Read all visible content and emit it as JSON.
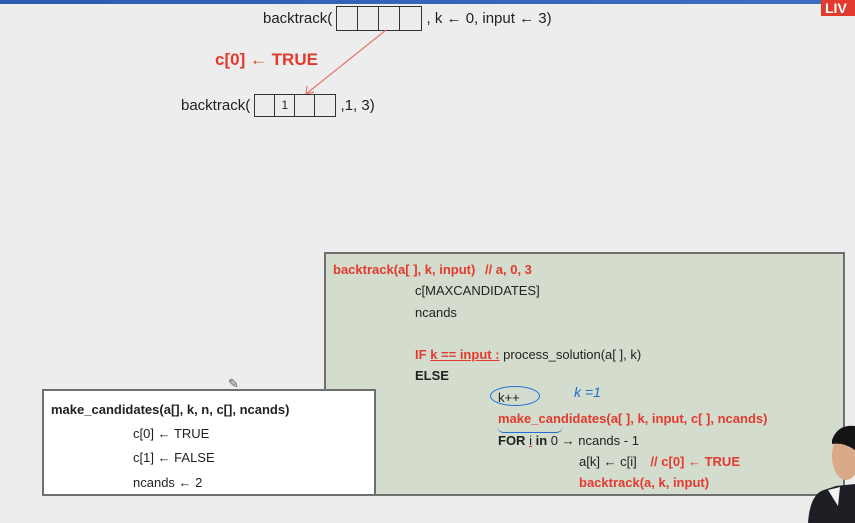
{
  "badge": {
    "label": "LIV"
  },
  "diagram": {
    "call1": {
      "label": "backtrack(",
      "cells": [
        "",
        "",
        "",
        ""
      ],
      "args": ", k ← 0, input ← 3)"
    },
    "assign": "c[0] ← TRUE",
    "call2": {
      "label": "backtrack(",
      "cells": [
        "",
        "1",
        "",
        ""
      ],
      "args": ",1, 3)"
    }
  },
  "code_right": {
    "signature": "backtrack(a[ ], k, input)",
    "comment": "// a, 0, 3",
    "lines": {
      "decl1": "c[MAXCANDIDATES]",
      "decl2": "ncands",
      "if_kw": "IF",
      "if_cond": "k == input :",
      "if_body": "process_solution(a[ ], k)",
      "else_kw": "ELSE",
      "inc": "k++",
      "make": "make_candidates(a[ ], k, input, c[ ], ncands)",
      "for_kw": "FOR",
      "for_var": "i",
      "for_in": "in",
      "for_range": "0 → ncands - 1",
      "assign": "a[k] ← c[i]",
      "assign_comment": "// c[0] ← TRUE",
      "recurse": "backtrack(a, k, input)"
    },
    "handwriting": {
      "note": "k =1"
    }
  },
  "code_left": {
    "signature": "make_candidates(a[], k, n, c[], ncands)",
    "lines": [
      "c[0] ← TRUE",
      "c[1] ← FALSE",
      "ncands ← 2"
    ]
  },
  "colors": {
    "accent_red": "#e23a2e",
    "panel_green": "#d3dccd",
    "pen_blue": "#1f6fd1"
  },
  "icons": [
    "pencil-cursor-icon",
    "presenter-video"
  ]
}
